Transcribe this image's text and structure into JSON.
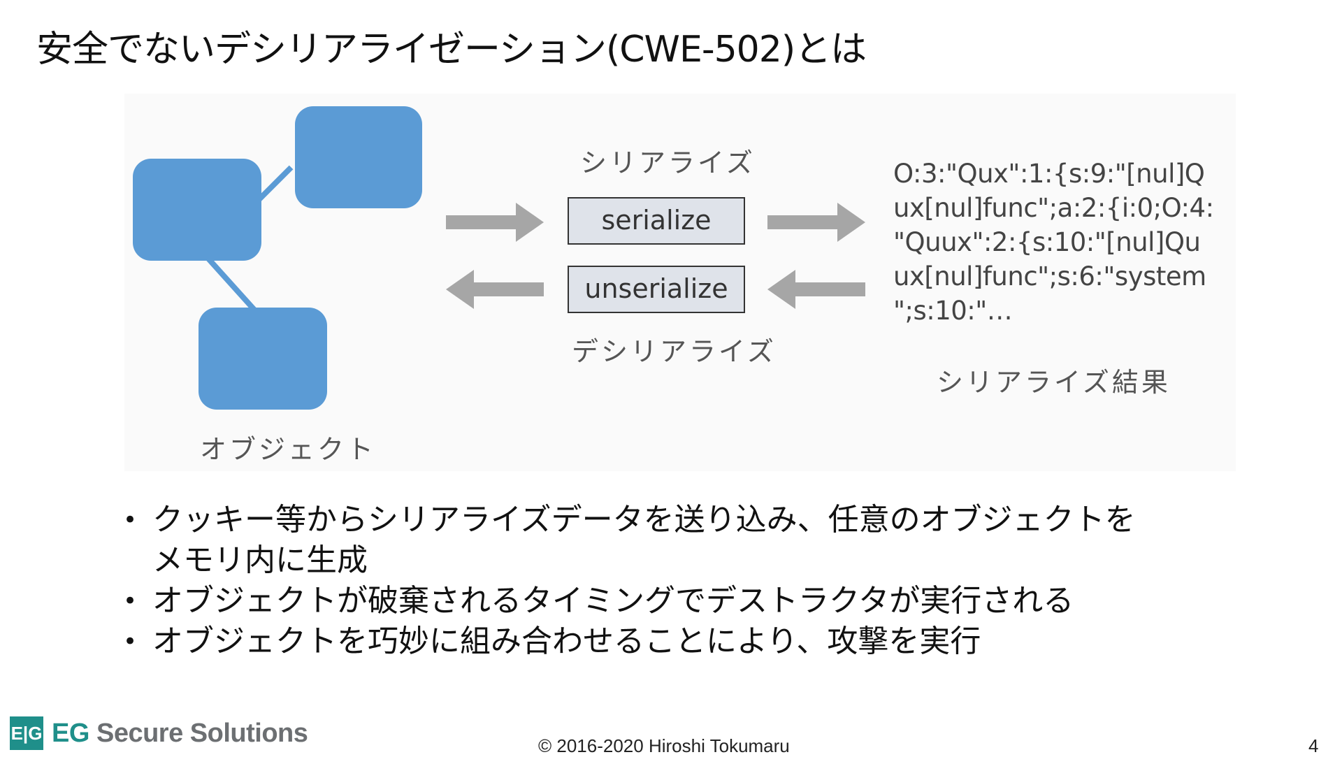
{
  "slide": {
    "title": "安全でないデシリアライゼーション(CWE-502)とは",
    "page_number": "4"
  },
  "diagram": {
    "object_label": "オブジェクト",
    "serialize_caption": "シリアライズ",
    "serialize_box": "serialize",
    "unserialize_box": "unserialize",
    "deserialize_caption": "デシリアライズ",
    "result_lines": [
      "O:3:\"Qux\":1:{s:9:\"[nul]Q",
      "ux[nul]func\";a:2:{i:0;O:4:",
      "\"Quux\":2:{s:10:\"[nul]Qu",
      "ux[nul]func\";s:6:\"system",
      "\";s:10:\"…"
    ],
    "result_caption": "シリアライズ結果",
    "colors": {
      "object_blue": "#5b9bd5",
      "arrow_gray": "#a6a6a6"
    }
  },
  "bullets": [
    "クッキー等からシリアライズデータを送り込み、任意のオブジェクトを",
    "メモリ内に生成",
    "オブジェクトが破棄されるタイミングでデストラクタが実行される",
    "オブジェクトを巧妙に組み合わせることにより、攻撃を実行"
  ],
  "footer": {
    "logo_mark": "E|G",
    "company_bold": "EG",
    "company_rest": "Secure Solutions",
    "copyright": "© 2016-2020 Hiroshi Tokumaru"
  }
}
